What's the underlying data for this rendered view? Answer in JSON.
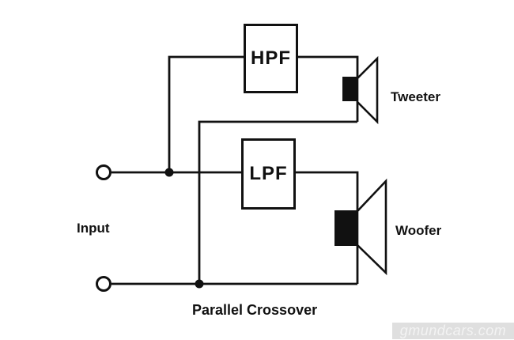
{
  "diagram": {
    "caption": "Parallel Crossover",
    "input_label": "Input",
    "blocks": {
      "hpf": {
        "label": "HPF"
      },
      "lpf": {
        "label": "LPF"
      }
    },
    "speakers": {
      "tweeter": {
        "label": "Tweeter"
      },
      "woofer": {
        "label": "Woofer"
      }
    },
    "colors": {
      "line": "#111111",
      "background": "#ffffff"
    }
  },
  "watermark": {
    "text": "gmundcars.com",
    "background": "#dfdfdf",
    "text_color": "#f3f3f3"
  }
}
